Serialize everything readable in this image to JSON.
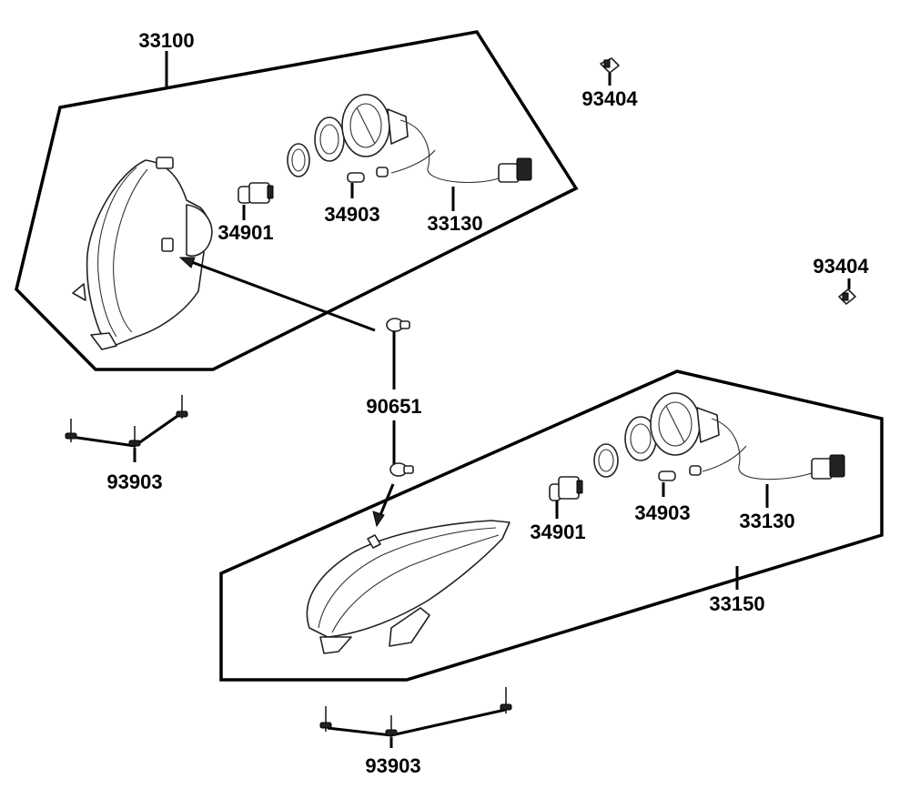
{
  "diagram": {
    "assemblies": [
      {
        "part_number": "33100"
      },
      {
        "part_number": "33150"
      }
    ],
    "callouts": {
      "upper_93404": "93404",
      "right_93404": "93404",
      "upper_34901": "34901",
      "upper_34903": "34903",
      "upper_33130": "33130",
      "clip_90651": "90651",
      "left_93903": "93903",
      "lower_34901": "34901",
      "lower_34903": "34903",
      "lower_33130": "33130",
      "bottom_93903": "93903"
    }
  }
}
